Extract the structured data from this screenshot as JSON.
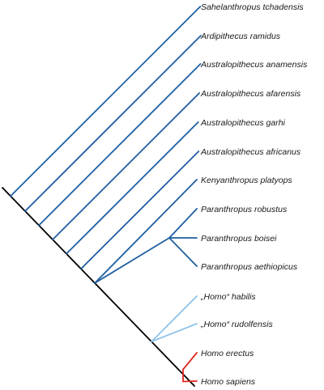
{
  "taxa": [
    {
      "label": "Sahelanthropus tchadensis",
      "group": "early"
    },
    {
      "label": "Ardipithecus ramidus",
      "group": "early"
    },
    {
      "label": "Australopithecus anamensis",
      "group": "early"
    },
    {
      "label": "Australopithecus afarensis",
      "group": "early"
    },
    {
      "label": "Australopithecus garhi",
      "group": "early"
    },
    {
      "label": "Australopithecus africanus",
      "group": "early"
    },
    {
      "label": "Kenyanthropus platyops",
      "group": "early"
    },
    {
      "label": "Paranthropus robustus",
      "group": "paranthropus"
    },
    {
      "label": "Paranthropus boisei",
      "group": "paranthropus"
    },
    {
      "label": "Paranthropus aethiopicus",
      "group": "paranthropus"
    },
    {
      "label": "„Homo“ habilis",
      "group": "early-homo"
    },
    {
      "label": "„Homo“ rudolfensis",
      "group": "early-homo"
    },
    {
      "label": "Homo erectus",
      "group": "homo"
    },
    {
      "label": "Homo sapiens",
      "group": "homo"
    }
  ],
  "colors": {
    "trunk": "#000000",
    "early": "#1f5fa0",
    "paranthropus": "#1f5fa0",
    "early-homo": "#8ec3ea",
    "homo": "#e0251b"
  }
}
